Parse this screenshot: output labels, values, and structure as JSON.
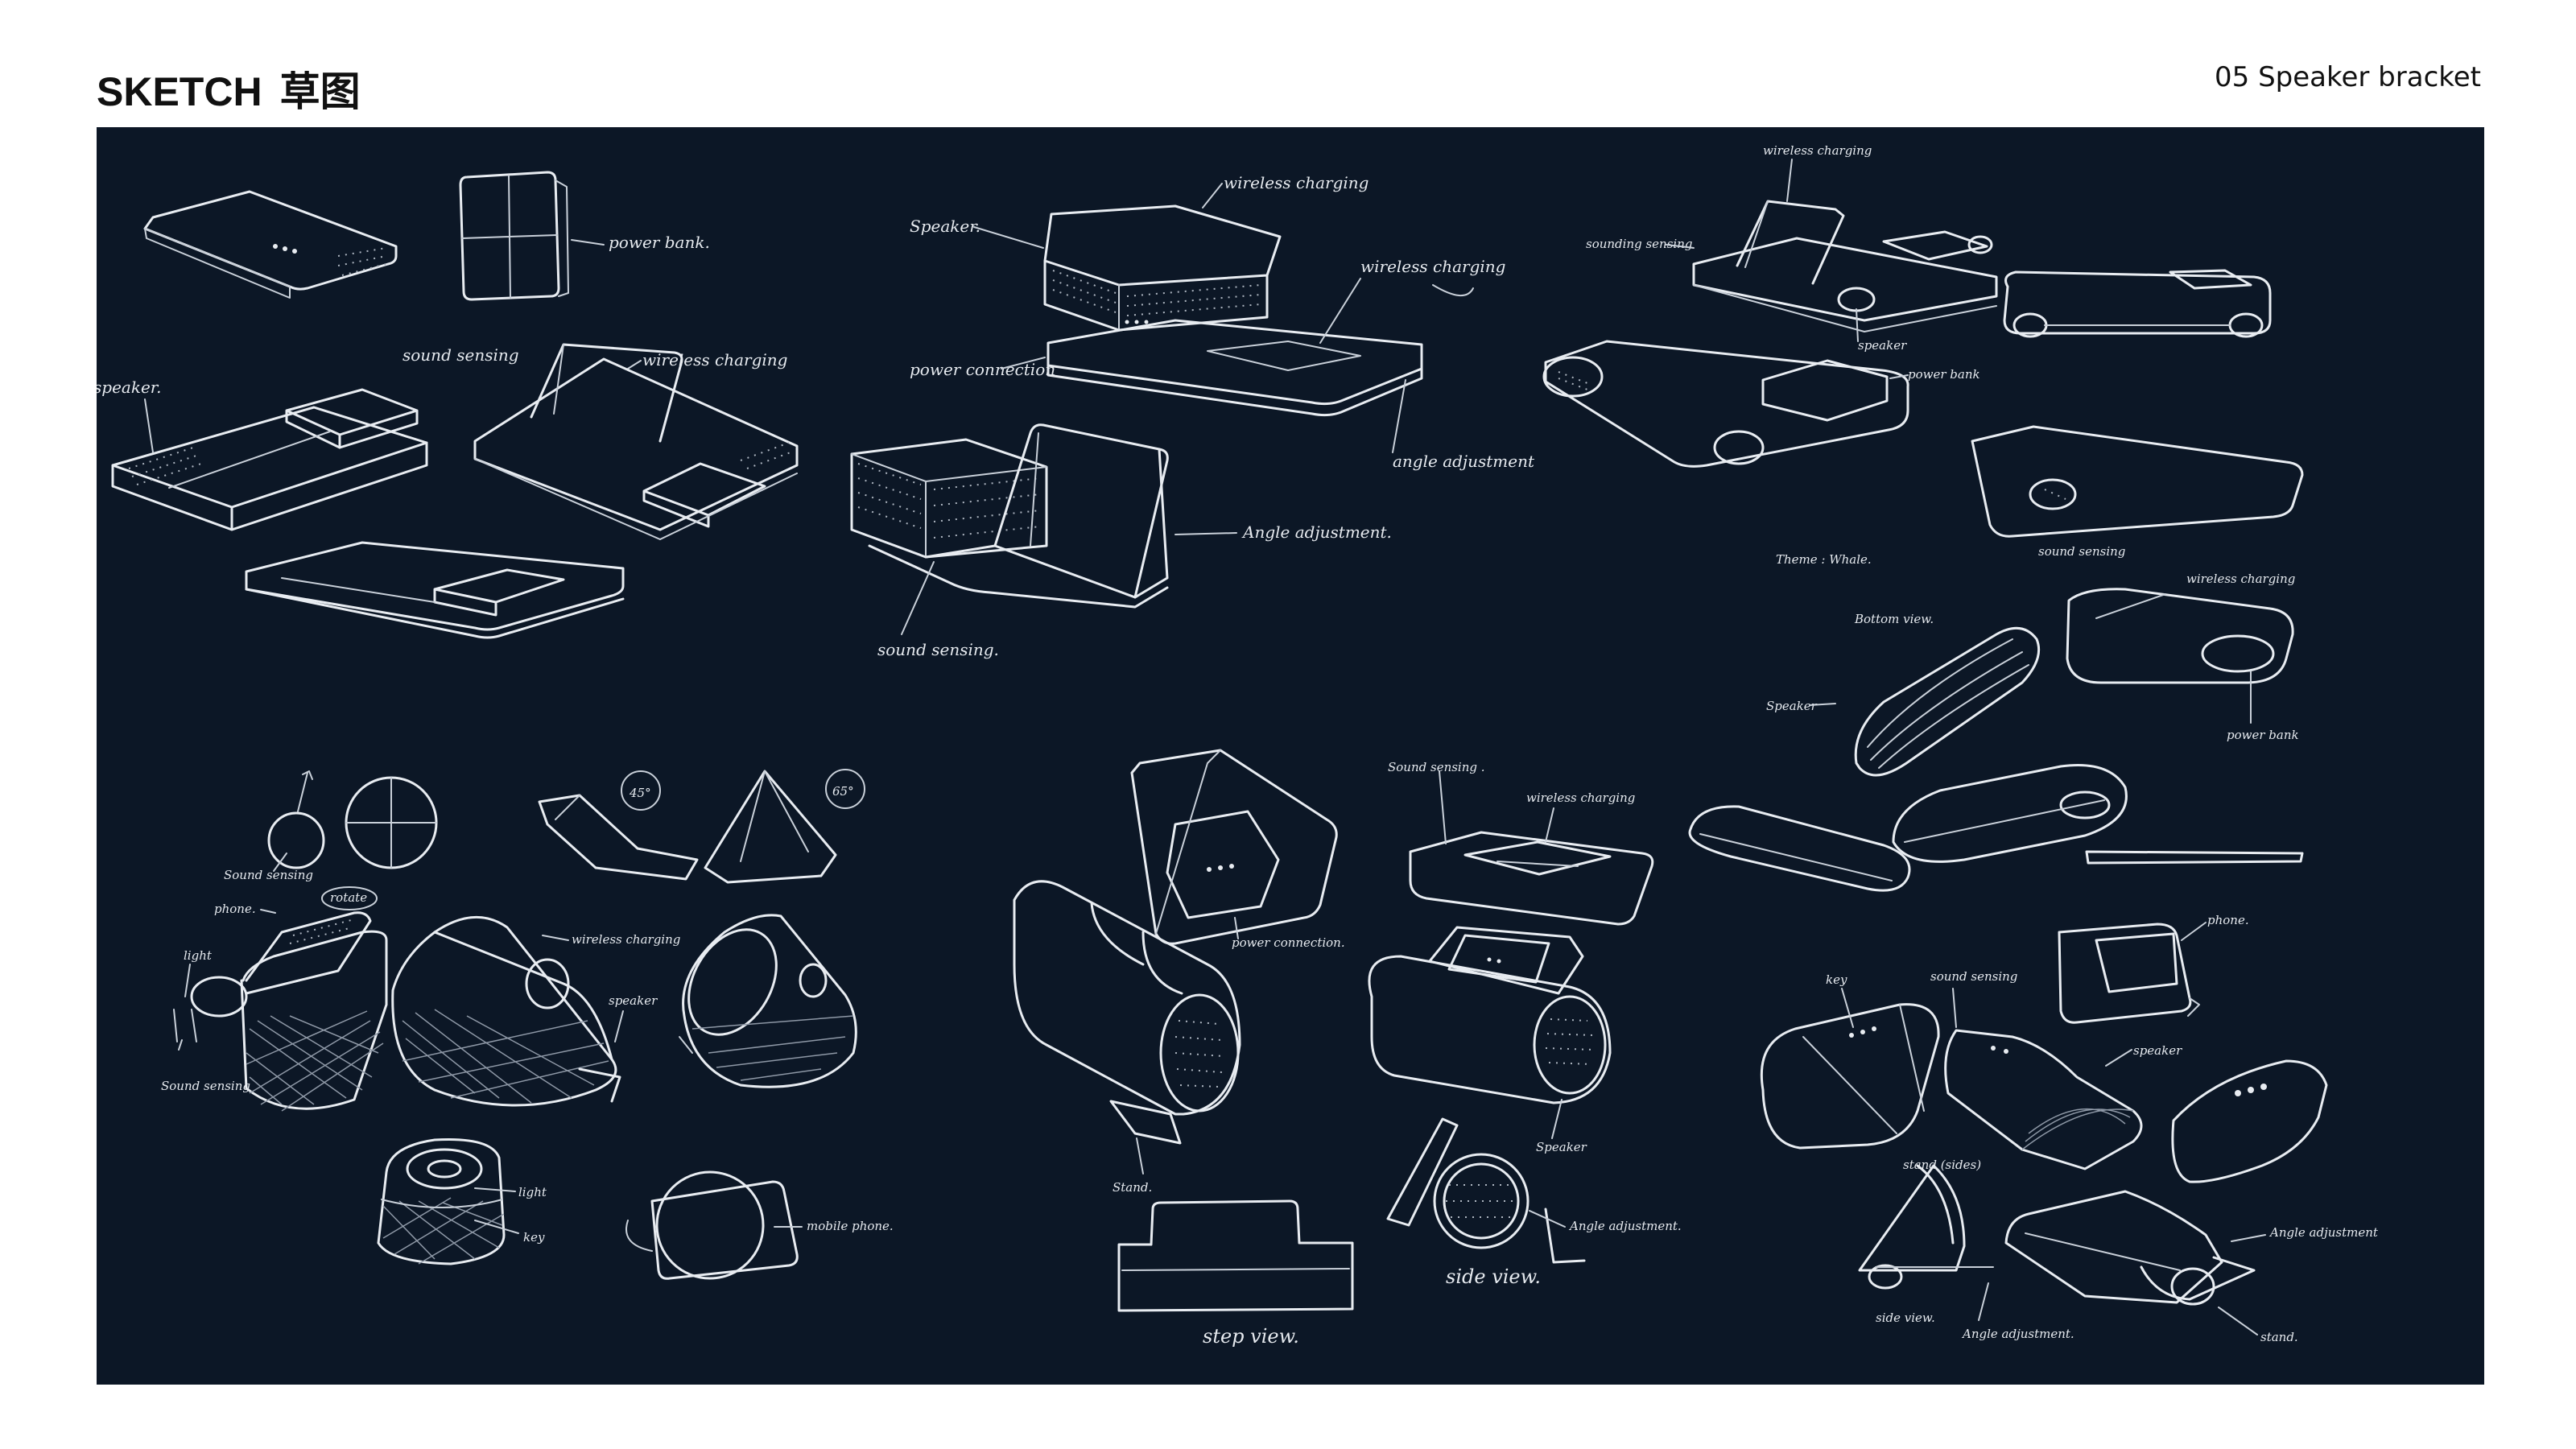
{
  "header": {
    "title_en": "SKETCH",
    "title_zh": "草图",
    "section_label": "05 Speaker bracket"
  },
  "annotations": {
    "power_bank_1": "power bank.",
    "speaker_1": "speaker.",
    "sound_sensing_1": "sound sensing",
    "wireless_charging_1": "wireless charging",
    "speaker_2": "Speaker.",
    "wireless_charging_2": "wireless charging",
    "wireless_charging_3": "wireless charging",
    "power_connection_1": "power connection",
    "angle_adjustment_1": "angle adjustment",
    "angle_adjustment_2": "Angle adjustment.",
    "sound_sensing_2": "sound sensing.",
    "wireless_charging_4": "wireless charging",
    "sounding_sensing": "sounding sensing",
    "speaker_3": "speaker",
    "power_bank_2": "power bank",
    "theme_whale": "Theme : Whale.",
    "sound_sensing_3": "sound sensing",
    "wireless_charging_5": "wireless charging",
    "bottom_view": "Bottom view.",
    "speaker_4": "Speaker",
    "power_bank_3": "power bank",
    "sound_sensing_4": "Sound sensing",
    "rotate": "rotate",
    "phone_1": "phone.",
    "light_1": "light",
    "sound_sensing_5": "Sound sensing",
    "wireless_charging_6": "wireless charging",
    "speaker_5": "speaker",
    "angle_45": "45°",
    "angle_65": "65°",
    "light_2": "light",
    "key_1": "key",
    "mobile_phone": "mobile phone.",
    "sound_sensing_6": "Sound sensing .",
    "wireless_charging_7": "wireless charging",
    "power_connection_2": "power connection.",
    "stand_1": "Stand.",
    "speaker_6": "Speaker",
    "angle_adjustment_3": "Angle adjustment.",
    "side_view_1": "side view.",
    "step_view": "step view.",
    "phone_2": "phone.",
    "key_2": "key",
    "sound_sensing_7": "sound sensing",
    "speaker_7": "speaker",
    "stand_sides": "stand (sides)",
    "side_view_2": "side view.",
    "angle_adjustment_4": "Angle adjustment.",
    "angle_adjustment_5": "Angle adjustment",
    "stand_2": "stand."
  },
  "colors": {
    "board_background": "#0c1726",
    "sketch_line": "#e8ecf1",
    "page_background": "#ffffff",
    "title_text": "#111111"
  }
}
